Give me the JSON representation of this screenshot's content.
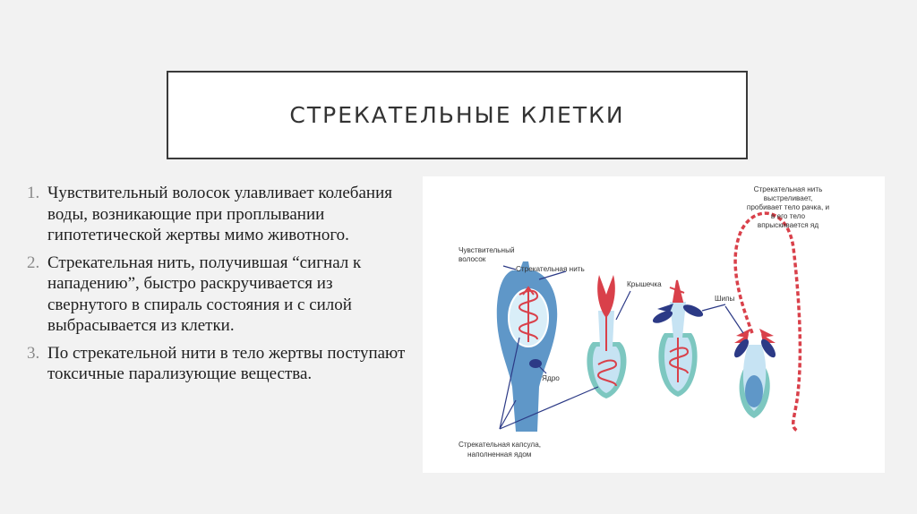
{
  "title": "СТРЕКАТЕЛЬНЫЕ КЛЕТКИ",
  "items": [
    {
      "num": "1.",
      "text": "Чувствительный волосок улавливает колебания воды, возникающие при проплывании гипотетической жертвы мимо животного."
    },
    {
      "num": "2.",
      "text": "Стрекательная нить, получившая “сигнал к нападению”, быстро раскручивается из свернутого в спираль состояния и с силой выбрасывается из клетки."
    },
    {
      "num": "3.",
      "text": "По стрекательной нити в тело жертвы поступают токсичные парализующие вещества."
    }
  ],
  "diagram": {
    "labels": {
      "hair_1": "Чувствительный",
      "hair_2": "волосок",
      "thread": "Стрекательная нить",
      "lid": "Крышечка",
      "nucleus": "Ядро",
      "spines": "Шипы",
      "capsule_1": "Стрекательная капсула,",
      "capsule_2": "наполненная ядом",
      "fired_1": "Стрекательная нить",
      "fired_2": "выстреливает,",
      "fired_3": "пробивает тело рачка, и",
      "fired_4": "в его тело",
      "fired_5": "впрыскивается яд"
    },
    "colors": {
      "cell_blue": "#5f97c8",
      "capsule_light": "#c6e3f3",
      "capsule_teal": "#7dc7c0",
      "thread_red": "#d9404a",
      "spine_navy": "#2c3a86"
    }
  }
}
